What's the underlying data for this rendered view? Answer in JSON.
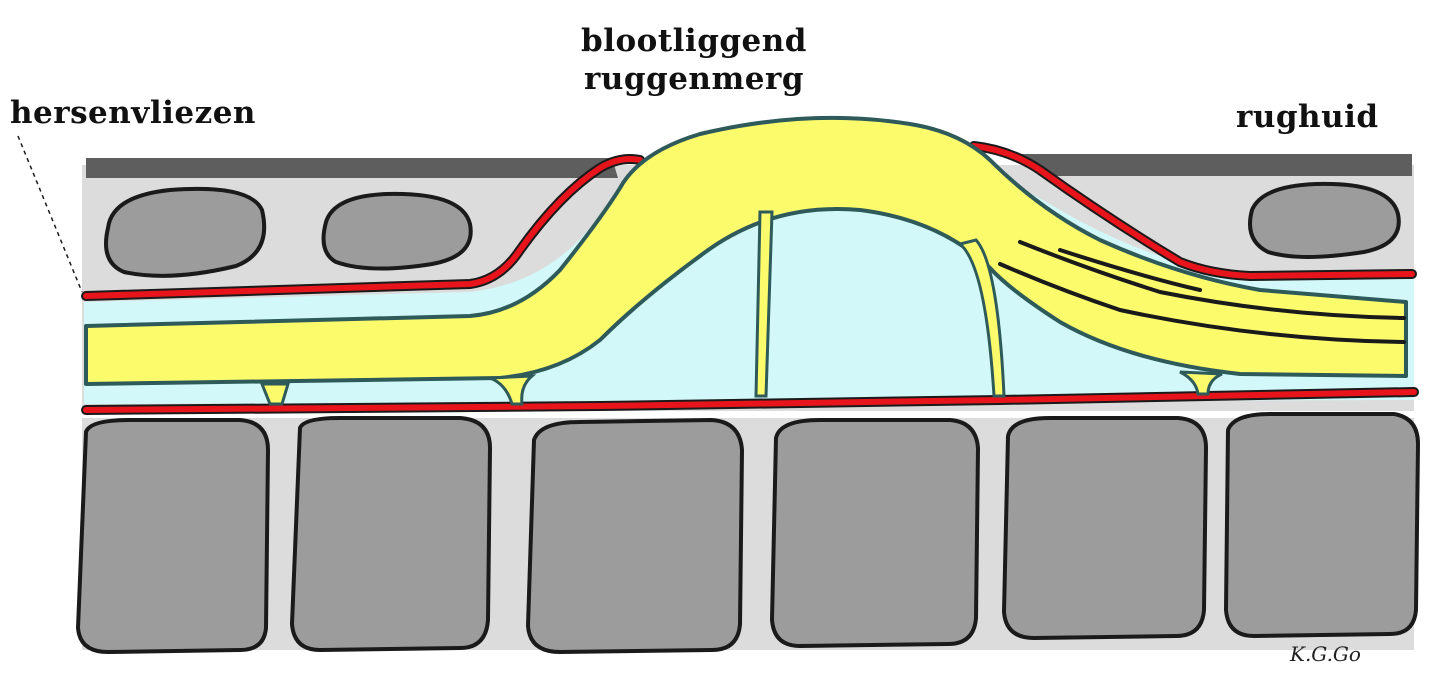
{
  "labels": {
    "meninges": "hersenvliezen",
    "spinal_cord_line1": "blootliggend",
    "spinal_cord_line2": "ruggenmerg",
    "back_skin": "rughuid"
  },
  "signature": "K.G.Go",
  "colors": {
    "skin": "#5e5e5e",
    "meninges": "#e8141c",
    "spinal_cord": "#fbfb6c",
    "csf": "#d2f8fa",
    "bone": "#9c9c9c",
    "soft_tissue": "#dcdcdc",
    "outline": "#1a1a1a"
  }
}
